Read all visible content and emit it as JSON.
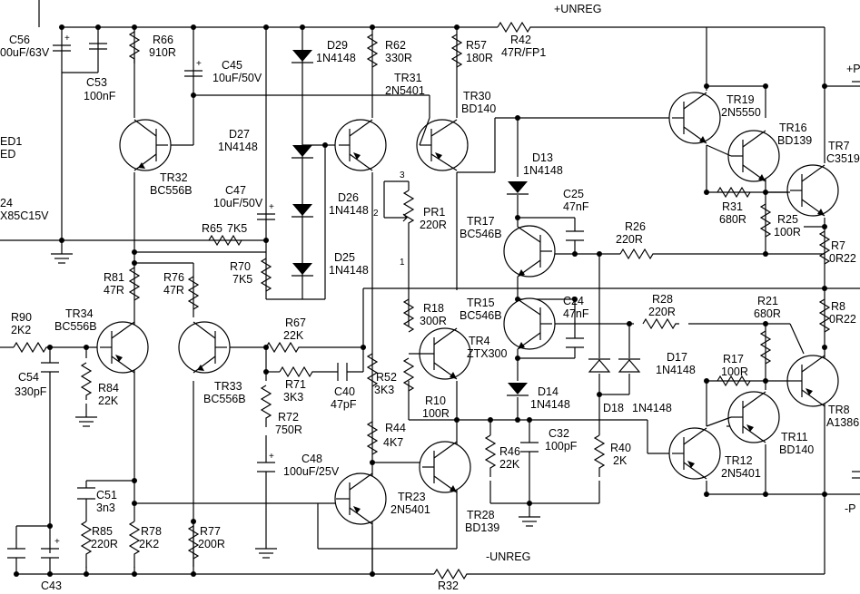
{
  "rails": {
    "pos_unreg": "+UNREG",
    "neg_unreg": "-UNREG",
    "pos_out": "+P",
    "neg_out": "-P"
  },
  "transistors": [
    {
      "ref": "TR32",
      "part": "BC556B"
    },
    {
      "ref": "TR31",
      "part": "2N5401"
    },
    {
      "ref": "TR30",
      "part": "BD140"
    },
    {
      "ref": "TR19",
      "part": "2N5550"
    },
    {
      "ref": "TR16",
      "part": "BD139"
    },
    {
      "ref": "TR7",
      "part": "C3519"
    },
    {
      "ref": "TR17",
      "part": "BC546B"
    },
    {
      "ref": "TR15",
      "part": "BC546B"
    },
    {
      "ref": "TR4",
      "part": "ZTX300"
    },
    {
      "ref": "TR34",
      "part": "BC556B"
    },
    {
      "ref": "TR33",
      "part": "BC556B"
    },
    {
      "ref": "TR23",
      "part": "2N5401"
    },
    {
      "ref": "TR28",
      "part": "BD139"
    },
    {
      "ref": "TR12",
      "part": "2N5401"
    },
    {
      "ref": "TR11",
      "part": "BD140"
    },
    {
      "ref": "TR8",
      "part": "A1386"
    }
  ],
  "resistors": [
    {
      "ref": "R66",
      "value": "910R"
    },
    {
      "ref": "R62",
      "value": "330R"
    },
    {
      "ref": "R57",
      "value": "180R"
    },
    {
      "ref": "R42",
      "value": "47R/FP1"
    },
    {
      "ref": "R65",
      "value": "7K5"
    },
    {
      "ref": "R70",
      "value": "7K5"
    },
    {
      "ref": "PR1",
      "value": "220R"
    },
    {
      "ref": "R31",
      "value": "680R"
    },
    {
      "ref": "R25",
      "value": "100R"
    },
    {
      "ref": "R26",
      "value": "220R"
    },
    {
      "ref": "R7",
      "value": "0R22"
    },
    {
      "ref": "R8",
      "value": "0R22"
    },
    {
      "ref": "R28",
      "value": "220R"
    },
    {
      "ref": "R17",
      "value": "100R"
    },
    {
      "ref": "R21",
      "value": "680R"
    },
    {
      "ref": "R81",
      "value": "47R"
    },
    {
      "ref": "R76",
      "value": "47R"
    },
    {
      "ref": "R90",
      "value": "2K2"
    },
    {
      "ref": "R84",
      "value": "22K"
    },
    {
      "ref": "R67",
      "value": "22K"
    },
    {
      "ref": "R71",
      "value": "3K3"
    },
    {
      "ref": "R72",
      "value": "750R"
    },
    {
      "ref": "R18",
      "value": "300R"
    },
    {
      "ref": "R10",
      "value": "100R"
    },
    {
      "ref": "R52",
      "value": "3K3"
    },
    {
      "ref": "R44",
      "value": "4K7"
    },
    {
      "ref": "R46",
      "value": "22K"
    },
    {
      "ref": "R40",
      "value": "2K"
    },
    {
      "ref": "R85",
      "value": "220R"
    },
    {
      "ref": "R78",
      "value": "2K2"
    },
    {
      "ref": "R77",
      "value": "200R"
    },
    {
      "ref": "R32",
      "value": ""
    }
  ],
  "capacitors": [
    {
      "ref": "C56",
      "value": "00uF/63V"
    },
    {
      "ref": "C53",
      "value": "100nF"
    },
    {
      "ref": "C45",
      "value": "10uF/50V"
    },
    {
      "ref": "C47",
      "value": "10uF/50V"
    },
    {
      "ref": "C25",
      "value": "47nF"
    },
    {
      "ref": "C24",
      "value": "47nF"
    },
    {
      "ref": "C40",
      "value": "47pF"
    },
    {
      "ref": "C54",
      "value": "330pF"
    },
    {
      "ref": "C48",
      "value": "100uF/25V"
    },
    {
      "ref": "C32",
      "value": "100pF"
    },
    {
      "ref": "C51",
      "value": "3n3"
    },
    {
      "ref": "C43",
      "value": ""
    }
  ],
  "diodes": [
    {
      "ref": "D29",
      "part": "1N4148"
    },
    {
      "ref": "D27",
      "part": "1N4148"
    },
    {
      "ref": "D26",
      "part": "1N4148"
    },
    {
      "ref": "D25",
      "part": "1N4148"
    },
    {
      "ref": "D13",
      "part": "1N4148"
    },
    {
      "ref": "D14",
      "part": "1N4148"
    },
    {
      "ref": "D17",
      "part": "1N4148"
    },
    {
      "ref": "D18",
      "part": "1N4148"
    }
  ],
  "fragments": {
    "led_ref": "ED1",
    "led_part": "ED",
    "reg_ref": "24",
    "reg_part": "X85C15V"
  },
  "pot_pins": [
    "3",
    "2",
    "1"
  ]
}
